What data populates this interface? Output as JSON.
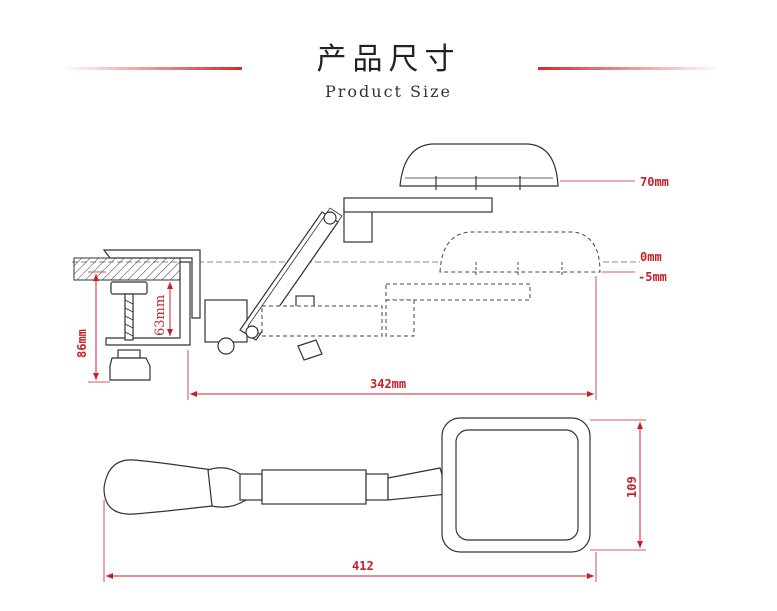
{
  "header": {
    "title_cn": "产品尺寸",
    "title_en": "Product Size"
  },
  "dimensions": {
    "top_70": "70mm",
    "zero": "0mm",
    "minus5": "-5mm",
    "clamp_86": "86mm",
    "clamp_63": "63mm",
    "length_342": "342mm",
    "width_109": "109",
    "length_412": "412"
  },
  "colors": {
    "accent": "#c8202a",
    "line": "#333333"
  }
}
